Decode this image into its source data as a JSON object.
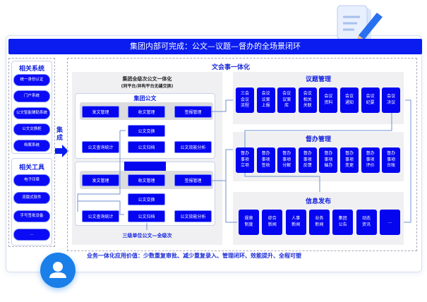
{
  "header": {
    "title": "集团内部可完成：公文—议题—督办的全场景闭环"
  },
  "related_systems": {
    "title": "相关系统",
    "items": [
      "统一身份认证",
      "门户系统",
      "公文智能辅助系统",
      "公文交换柜",
      "档案系统"
    ]
  },
  "related_tools": {
    "title": "相关工具",
    "items": [
      "电子印章",
      "流版式软件",
      "手写签批设备",
      "..."
    ]
  },
  "integration_label": "集成",
  "main_title": "文会事一体化",
  "doc": {
    "title": "集团全级次公文一体化",
    "subtitle": "(同平台/异构平台无缝交换)",
    "group": {
      "title": "集团公文",
      "row1": [
        "发文管理",
        "收文管理",
        "签报管理"
      ],
      "exchange": "公文交换",
      "row2": [
        "公文查询统计",
        "公文归档",
        "公文效能分析"
      ]
    },
    "tier3": {
      "row1": [
        "发文管理",
        "收文管理",
        "签报管理"
      ],
      "exchange": "公文交换",
      "row2": [
        "公文查询统计",
        "公文归档",
        "公文效能分析"
      ]
    },
    "footer": "三级单位公文—全级次"
  },
  "agenda": {
    "title": "议题管理",
    "items": [
      "三会\n会议\n流程",
      "会议\n议案\n上报",
      "会议\n议案\n库",
      "会议\n相关\n关联",
      "会议\n资料",
      "会议\n通知",
      "会议\n纪要",
      "会议\n决议"
    ]
  },
  "supervision": {
    "title": "督办管理",
    "items": [
      "督办\n事项\n立项",
      "督办\n事项\n签收",
      "督办\n事项\n分解",
      "督办\n事项\n反馈",
      "督办\n事项\n催办",
      "督办\n事项\n变更",
      "督办\n事项\n评价",
      "督办\n事项\n台账"
    ]
  },
  "publish": {
    "title": "信息发布",
    "items": [
      "规章\n制度",
      "综合\n新闻",
      "人事\n新闻",
      "业务\n新闻",
      "集团\n公告",
      "动态\n资讯",
      "..."
    ]
  },
  "value_statement": "业务一体化应用价值：少数重复审批、减少重复录入、管理闭环、效能提升、全程可塑",
  "icons": {
    "avatar": "user-icon",
    "decoration": "notepad-pencil-icon"
  },
  "colors": {
    "primary": "#0505f0",
    "header": "#0a1cf0",
    "avatar": "#1a7fe8"
  }
}
